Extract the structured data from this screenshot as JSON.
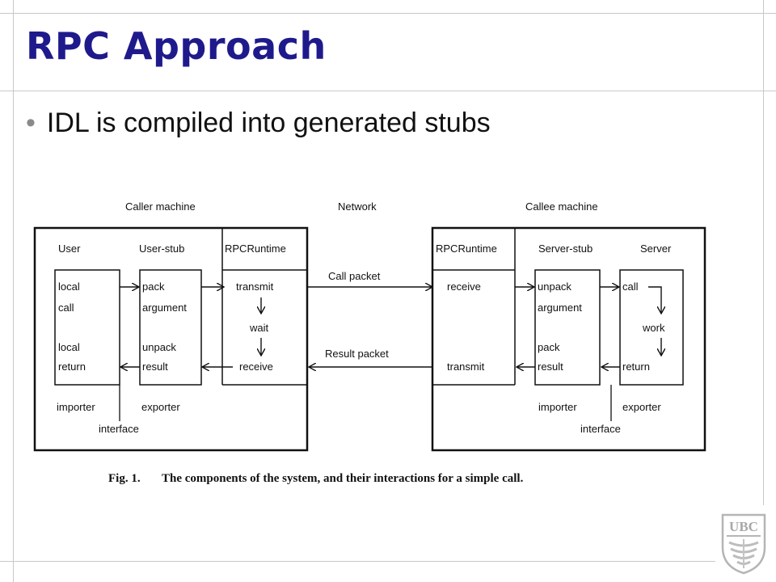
{
  "slide": {
    "title": "RPC Approach",
    "bullet": "IDL is compiled into generated stubs"
  },
  "diagram": {
    "caller_machine": "Caller machine",
    "network": "Network",
    "callee_machine": "Callee machine",
    "caller_user": "User",
    "caller_user_stub": "User-stub",
    "caller_runtime": "RPCRuntime",
    "callee_runtime": "RPCRuntime",
    "callee_server_stub": "Server-stub",
    "callee_server": "Server",
    "local": "local",
    "call": "call",
    "local2": "local",
    "return": "return",
    "pack": "pack",
    "argument": "argument",
    "unpack": "unpack",
    "result": "result",
    "transmit": "transmit",
    "wait": "wait",
    "receive": "receive",
    "call_packet": "Call packet",
    "result_packet": "Result packet",
    "s_receive": "receive",
    "s_transmit": "transmit",
    "s_unpack": "unpack",
    "s_argument": "argument",
    "s_pack": "pack",
    "s_result": "result",
    "s_call": "call",
    "s_work": "work",
    "s_return": "return",
    "importer": "importer",
    "exporter": "exporter",
    "interface": "interface",
    "s_importer": "importer",
    "s_exporter": "exporter",
    "s_interface": "interface",
    "fig_label": "Fig. 1.",
    "caption": "The components of the system, and their interactions for a simple call."
  },
  "logo": {
    "text": "UBC"
  }
}
